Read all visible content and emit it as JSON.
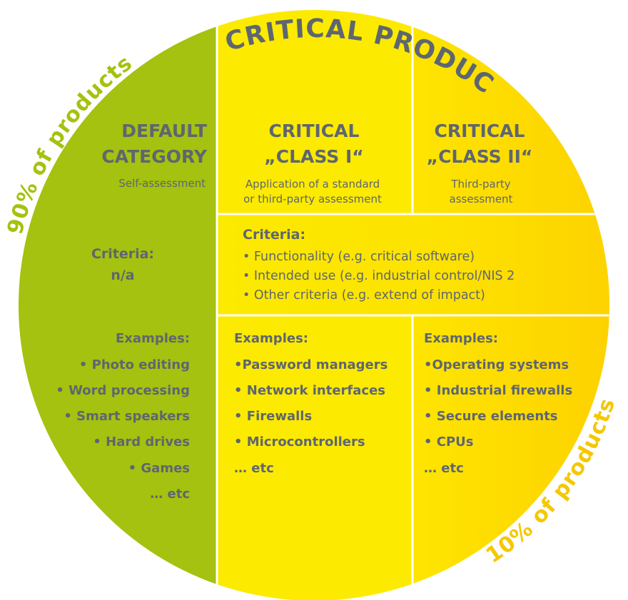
{
  "title": "CRITICAL PRODUCTS",
  "share_default": "90% of products",
  "share_critical": "10% of products",
  "columns": {
    "default": {
      "heading": [
        "DEFAULT",
        "CATEGORY"
      ],
      "assessment": [
        "Self-assessment"
      ],
      "criteria": [
        "Criteria:",
        "n/a"
      ],
      "examples_label": "Examples:",
      "examples": [
        "• Photo editing",
        "• Word processing",
        "• Smart speakers",
        "• Hard drives",
        "• Games",
        "… etc"
      ]
    },
    "class1": {
      "heading": [
        "CRITICAL",
        "„CLASS I“"
      ],
      "assessment": [
        "Application of a standard",
        "or third-party assessment"
      ],
      "examples_label": "Examples:",
      "examples": [
        "•Password managers",
        "• Network interfaces",
        "• Firewalls",
        "• Microcontrollers",
        "… etc"
      ]
    },
    "class2": {
      "heading": [
        "CRITICAL",
        "„CLASS II“"
      ],
      "assessment": [
        "Third-party",
        "assessment"
      ],
      "examples_label": "Examples:",
      "examples": [
        "•Operating systems",
        "• Industrial firewalls",
        "• Secure elements",
        "• CPUs",
        "… etc"
      ]
    }
  },
  "critical_criteria": {
    "label": "Criteria:",
    "items": [
      "• Functionality (e.g. critical software)",
      "• Intended use (e.g. industrial control/NIS 2",
      "• Other criteria (e.g. extend of impact)"
    ]
  },
  "colors": {
    "green": "#a4c20f",
    "yellow": "#fcea00",
    "gold": "#fdd400",
    "text": "#5e6670"
  }
}
